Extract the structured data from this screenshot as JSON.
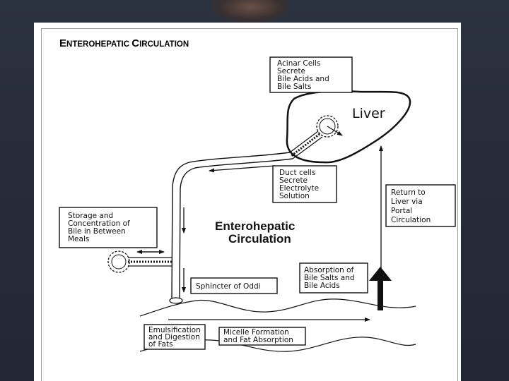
{
  "title": "Enterohepatic Circulation",
  "center_title": [
    "Enterohepatic",
    "Circulation"
  ],
  "liver_label": "Liver",
  "boxes": {
    "acinar": [
      "Acinar Cells",
      "Secrete",
      "Bile Acids and",
      "Bile Salts"
    ],
    "duct": [
      "Duct cells",
      "Secrete",
      "Electrolyte",
      "Solution"
    ],
    "return": [
      "Return to",
      "Liver via",
      "Portal",
      "Circulation"
    ],
    "storage": [
      "Storage and",
      "Concentration of",
      "Bile in Between",
      "Meals"
    ],
    "sphincter": [
      "Sphincter of Oddi"
    ],
    "absorption": [
      "Absorption of",
      "Bile Salts and",
      "Bile Acids"
    ],
    "emulsification": [
      "Emulsification",
      "and Digestion",
      "of Fats"
    ],
    "micelle": [
      "Micelle Formation",
      "and Fat Absorption"
    ]
  }
}
